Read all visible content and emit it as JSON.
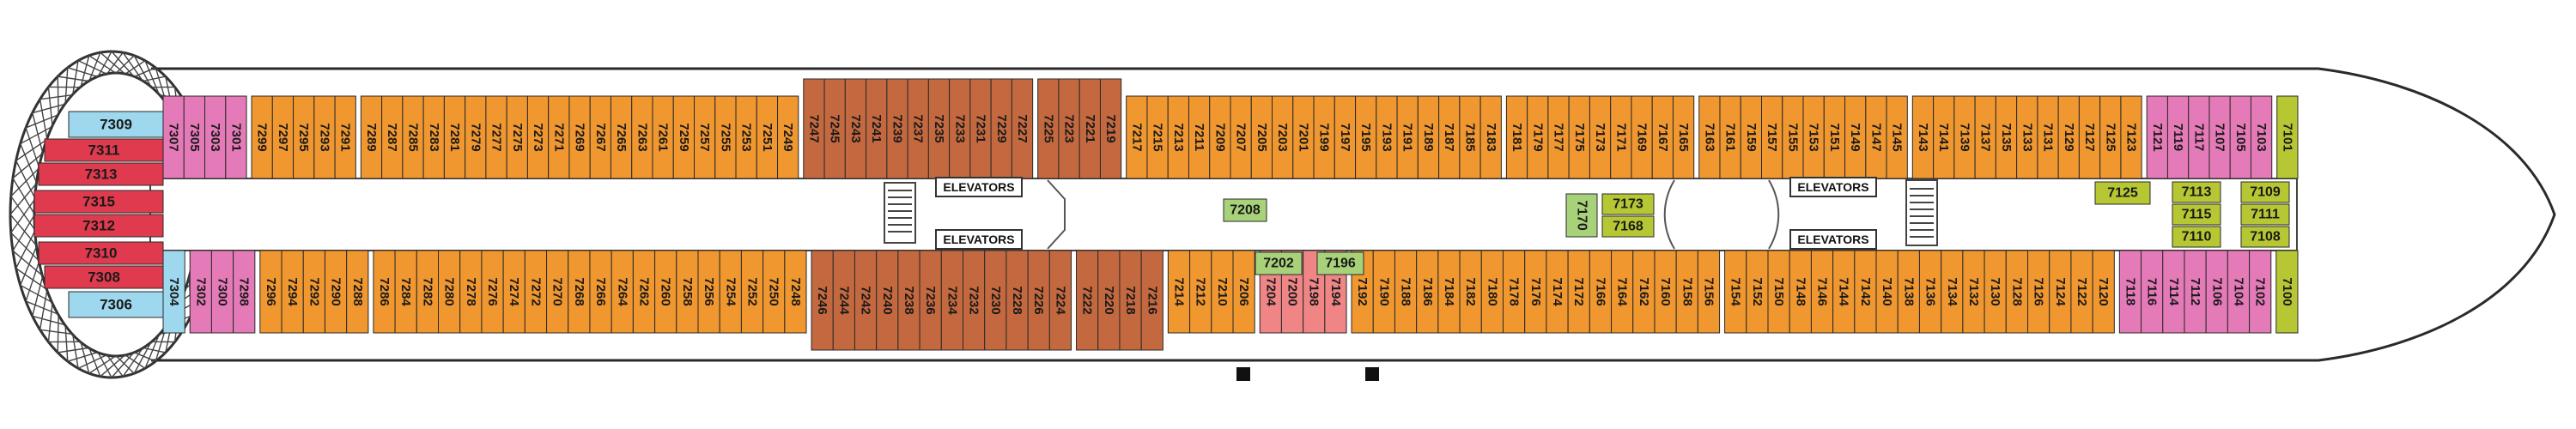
{
  "elevator_label": "ELEVATORS",
  "colors": {
    "orange": "#f0972f",
    "brown": "#c4693f",
    "pink": "#e57ab8",
    "red": "#e03a4e",
    "blue": "#9ed8ee",
    "lime": "#b7c733",
    "green": "#a8d27a",
    "salmon": "#ef8585",
    "peach": "#f7c39c",
    "outline": "#2a2a2a"
  },
  "aft_cabins": [
    "7309",
    "7311",
    "7313",
    "7315",
    "7312",
    "7310",
    "7308",
    "7306"
  ],
  "top_row": [
    {
      "band": "pink",
      "cabins": [
        "7307",
        "7305",
        "7303",
        "7301"
      ]
    },
    {
      "band": "orange",
      "cabins": [
        "7299",
        "7297",
        "7295",
        "7293",
        "7291"
      ]
    },
    {
      "band": "orange",
      "cabins": [
        "7289",
        "7287",
        "7285",
        "7283",
        "7281",
        "7279",
        "7277",
        "7275",
        "7273",
        "7271",
        "7269",
        "7267",
        "7265",
        "7263",
        "7261",
        "7259",
        "7257",
        "7255",
        "7253",
        "7251",
        "7249"
      ]
    },
    {
      "band": "brown",
      "cabins": [
        "7247",
        "7245",
        "7243",
        "7241",
        "7239",
        "7237",
        "7235",
        "7233",
        "7231",
        "7229",
        "7227"
      ]
    },
    {
      "band": "brown",
      "cabins": [
        "7225",
        "7223",
        "7221",
        "7219"
      ]
    },
    {
      "band": "orange",
      "cabins": [
        "7217",
        "7215",
        "7213",
        "7211",
        "7209",
        "7207",
        "7205",
        "7203",
        "7201",
        "7199",
        "7197",
        "7195",
        "7193",
        "7191",
        "7189",
        "7187",
        "7185",
        "7183"
      ]
    },
    {
      "band": "orange",
      "cabins": [
        "7181",
        "7179",
        "7177",
        "7175",
        "7173",
        "7171",
        "7169",
        "7167",
        "7165"
      ]
    },
    {
      "band": "orange",
      "cabins": [
        "7163",
        "7161",
        "7159",
        "7157",
        "7155",
        "7153",
        "7151",
        "7149",
        "7147",
        "7145"
      ]
    },
    {
      "band": "orange",
      "cabins": [
        "7143",
        "7141",
        "7139",
        "7137",
        "7135",
        "7133",
        "7131",
        "7129",
        "7127",
        "7125",
        "7123"
      ]
    },
    {
      "band": "pink",
      "cabins": [
        "7121",
        "7119",
        "7117",
        "7107",
        "7105",
        "7103"
      ]
    },
    {
      "band": "lime",
      "cabins": [
        "7101"
      ]
    }
  ],
  "bottom_row": [
    {
      "band": "blue",
      "cabins": [
        "7304"
      ]
    },
    {
      "band": "pink",
      "cabins": [
        "7302",
        "7300",
        "7298"
      ]
    },
    {
      "band": "orange",
      "cabins": [
        "7296",
        "7294",
        "7292",
        "7290",
        "7288"
      ]
    },
    {
      "band": "orange",
      "cabins": [
        "7286",
        "7284",
        "7282",
        "7280",
        "7278",
        "7276",
        "7274",
        "7272",
        "7270",
        "7268",
        "7266",
        "7264",
        "7262",
        "7260",
        "7258",
        "7256",
        "7254",
        "7252",
        "7250",
        "7248"
      ]
    },
    {
      "band": "brown",
      "cabins": [
        "7246",
        "7244",
        "7242",
        "7240",
        "7238",
        "7236",
        "7234",
        "7232",
        "7230",
        "7228",
        "7226",
        "7224"
      ]
    },
    {
      "band": "brown",
      "cabins": [
        "7222",
        "7220",
        "7218",
        "7216"
      ]
    },
    {
      "band": "orange",
      "cabins": [
        "7214",
        "7212",
        "7210",
        "7206"
      ]
    },
    {
      "band": "salmon",
      "cabins": [
        "7204",
        "7200",
        "7198",
        "7194"
      ]
    },
    {
      "band": "orange",
      "cabins": [
        "7192",
        "7190",
        "7188",
        "7186",
        "7184",
        "7182",
        "7180",
        "7178",
        "7176",
        "7174",
        "7172",
        "7166",
        "7164",
        "7162",
        "7160",
        "7158",
        "7156"
      ]
    },
    {
      "band": "orange",
      "cabins": [
        "7154",
        "7152",
        "7150",
        "7148",
        "7146",
        "7144",
        "7142",
        "7140",
        "7138",
        "7136",
        "7134",
        "7132",
        "7130",
        "7128",
        "7126",
        "7124",
        "7122",
        "7120"
      ]
    },
    {
      "band": "pink",
      "cabins": [
        "7118",
        "7116",
        "7114",
        "7112",
        "7106",
        "7104",
        "7102"
      ]
    },
    {
      "band": "lime",
      "cabins": [
        "7100"
      ]
    }
  ],
  "center_cabins": [
    "7208",
    "7170",
    "7173",
    "7168",
    "7202",
    "7196",
    "7125",
    "7113",
    "7109",
    "7115",
    "7111",
    "7110",
    "7108"
  ]
}
